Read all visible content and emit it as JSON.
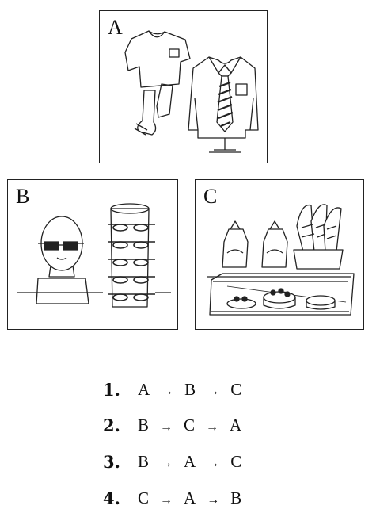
{
  "panels": {
    "a": {
      "letter": "A",
      "description_icon": "clothing-shop-icon"
    },
    "b": {
      "letter": "B",
      "description_icon": "eyeglasses-shop-icon"
    },
    "c": {
      "letter": "C",
      "description_icon": "bakery-icon"
    }
  },
  "options": [
    {
      "number": "1.",
      "steps": [
        "A",
        "→",
        "B",
        "→",
        "C"
      ]
    },
    {
      "number": "2.",
      "steps": [
        "B",
        "→",
        "C",
        "→",
        "A"
      ]
    },
    {
      "number": "3.",
      "steps": [
        "B",
        "→",
        "A",
        "→",
        "C"
      ]
    },
    {
      "number": "4.",
      "steps": [
        "C",
        "→",
        "A",
        "→",
        "B"
      ]
    }
  ]
}
